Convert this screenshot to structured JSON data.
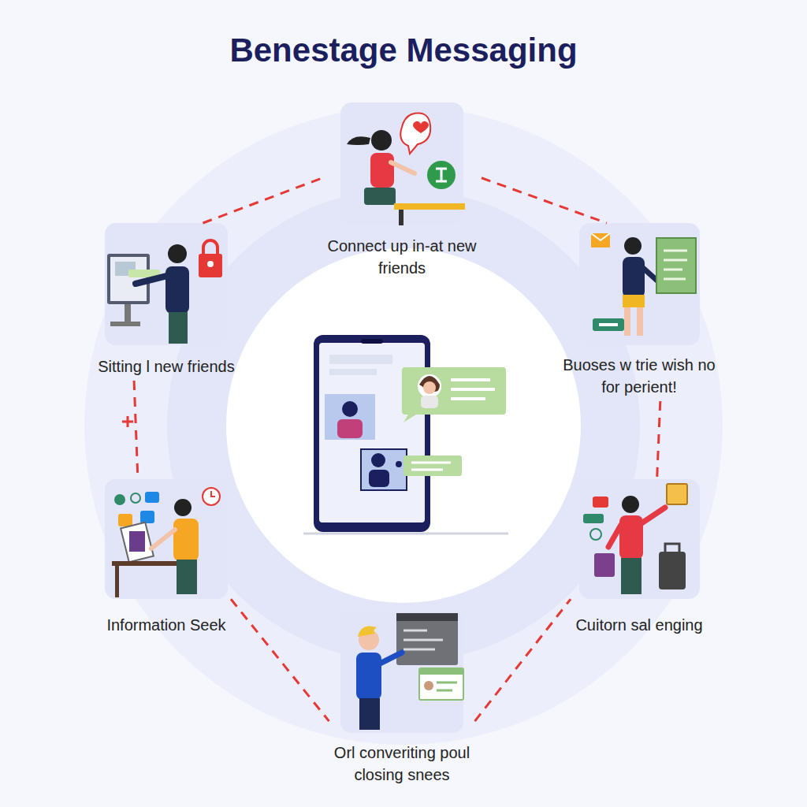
{
  "diagram": {
    "title": "Benestage Messaging",
    "nodes": [
      {
        "text": [
          "Connect up in-at new friends"
        ]
      },
      {
        "text": [
          "Sitting l new friends"
        ]
      },
      {
        "text": [
          "Buoses w trie wish no for perient!"
        ]
      },
      {
        "text": [
          "Information Seek"
        ]
      },
      {
        "text": [
          "Cuitorn sal enging"
        ]
      },
      {
        "text": [
          "Orl converiting poul closing snees"
        ]
      }
    ],
    "edges": [
      {
        "from": 0,
        "to": 2,
        "arrow": "none"
      },
      {
        "from": 2,
        "to": 4,
        "arrow": "none"
      },
      {
        "from": 5,
        "to": 4,
        "arrow": "none"
      },
      {
        "from": 3,
        "to": 5,
        "arrow": "none"
      },
      {
        "from": 1,
        "to": 3,
        "arrow": "none"
      },
      {
        "from": 1,
        "to": 0,
        "arrow": "none"
      }
    ]
  }
}
